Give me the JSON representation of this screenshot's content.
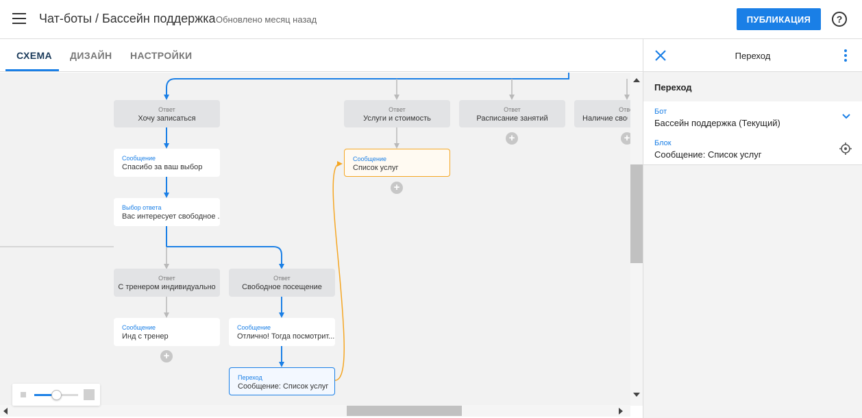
{
  "header": {
    "breadcrumb": "Чат-боты / Бассейн поддержка",
    "updated": "Обновлено месяц назад",
    "publish_label": "ПУБЛИКАЦИЯ",
    "help_glyph": "?"
  },
  "tabs": [
    {
      "label": "СХЕМА",
      "active": true
    },
    {
      "label": "ДИЗАЙН",
      "active": false
    },
    {
      "label": "НАСТРОЙКИ",
      "active": false
    }
  ],
  "canvas": {
    "nodes": {
      "answer_1": {
        "label": "Ответ",
        "text": "Хочу записаться"
      },
      "answer_2": {
        "label": "Ответ",
        "text": "Услуги и стоимость"
      },
      "answer_3": {
        "label": "Ответ",
        "text": "Расписание занятий"
      },
      "answer_4": {
        "label": "Ответ",
        "text": "Наличие свобо"
      },
      "msg_1": {
        "label": "Сообщение",
        "text": "Спасибо за ваш выбор"
      },
      "choice_1": {
        "label": "Выбор ответа",
        "text": "Вас интересует свободное ..."
      },
      "msg_2": {
        "label": "Сообщение",
        "text": "Список услуг"
      },
      "answer_5": {
        "label": "Ответ",
        "text": "С тренером индивидуально"
      },
      "answer_6": {
        "label": "Ответ",
        "text": "Свободное посещение"
      },
      "msg_3": {
        "label": "Сообщение",
        "text": "Инд с тренер"
      },
      "msg_4": {
        "label": "Сообщение",
        "text": "Отлично! Тогда посмотрит..."
      },
      "jump_1": {
        "label": "Переход",
        "text": "Сообщение: Список услуг"
      }
    },
    "plus_glyph": "+",
    "zoom_level": 0.5
  },
  "panel": {
    "title": "Переход",
    "section_title": "Переход",
    "bot_field": {
      "label": "Бот",
      "value": "Бассейн поддержка (Текущий)"
    },
    "block_field": {
      "label": "Блок",
      "value": "Сообщение: Список услуг"
    }
  },
  "colors": {
    "accent": "#1a7fe6",
    "highlight": "#f5a623",
    "canvas_bg": "#f2f2f2"
  }
}
